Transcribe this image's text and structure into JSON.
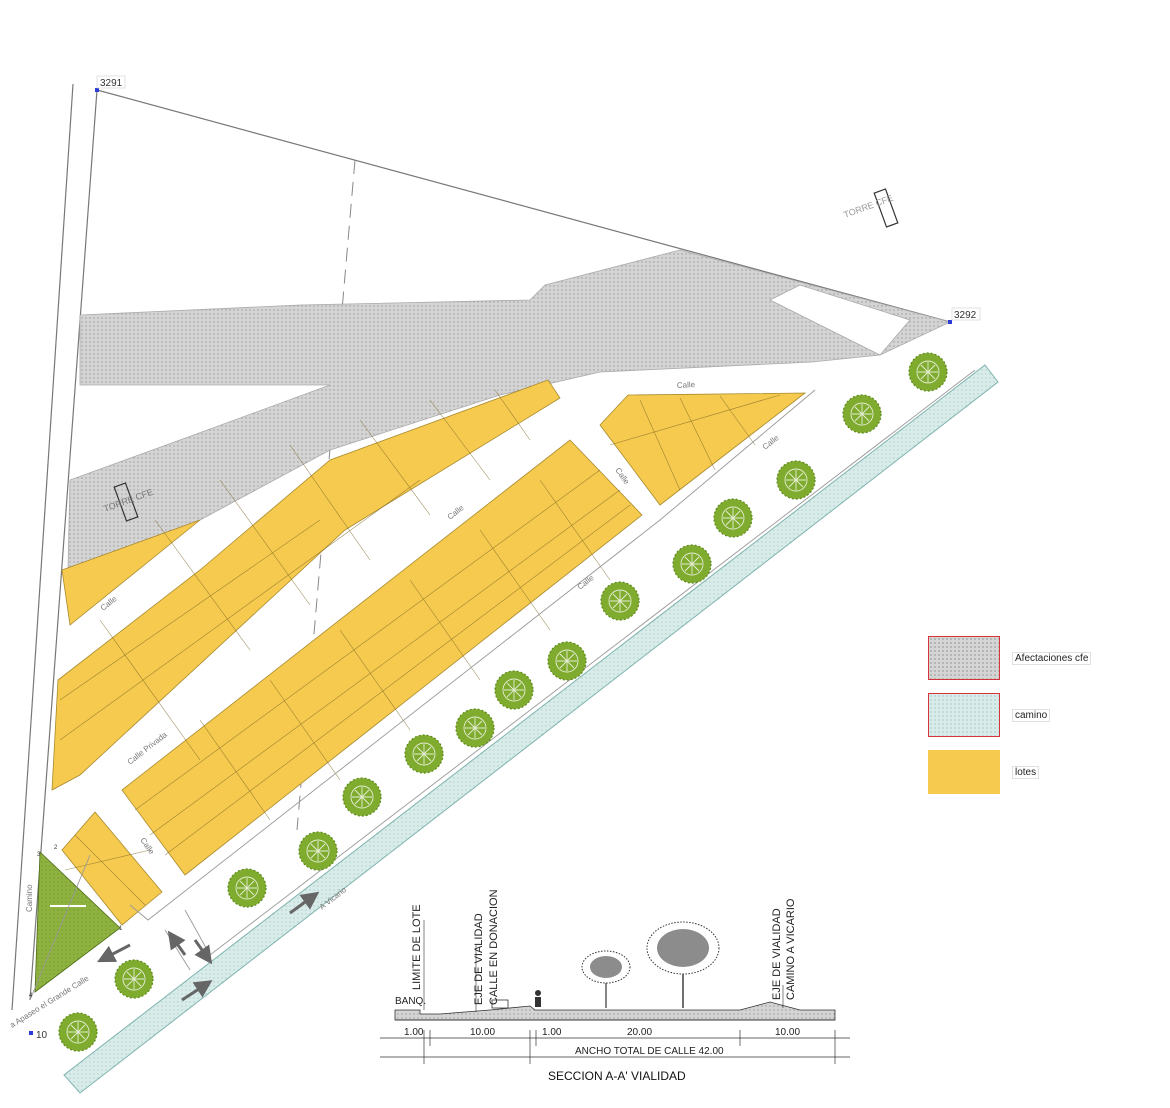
{
  "points": {
    "p3291": "3291",
    "p3292": "3292",
    "p10": "10",
    "c2": "2",
    "c3": "3",
    "c4": "4",
    "c1": "1"
  },
  "labels": {
    "torre_cfe_top": "TORRE CFE",
    "torre_cfe_left": "TORRE CFE",
    "calle_top": "Calle",
    "calle_right": "Calle",
    "calle_center": "Calle",
    "calle_center2": "Calle",
    "calle_left": "Calle",
    "calle_privada": "Calle Privada",
    "calle_bottom": "Calle",
    "camino": "Camino",
    "camino_apaseo": "a Apaseo el  Grande   Calle",
    "a_vicario": "A Vicario"
  },
  "section": {
    "title": "SECCION A-A' VIALIDAD",
    "limite_lote": "LIMITE DE LOTE",
    "eje_vialidad_left": "EJE DE VIALIDAD",
    "calle_donacion": "CALLE EN DONACION",
    "eje_vialidad_right": "EJE DE VIALIDAD",
    "camino_vicario": "CAMINO A VICARIO",
    "banq": "BANQ.",
    "dims": [
      "1.00",
      "10.00",
      "1.00",
      "20.00",
      "10.00"
    ],
    "total": "ANCHO TOTAL DE CALLE 42.00"
  },
  "legend": [
    {
      "key": "cfe",
      "label": "Afectaciones cfe",
      "color": "#d4d4d4"
    },
    {
      "key": "camino",
      "label": "camino",
      "color": "#d9ecea"
    },
    {
      "key": "lotes",
      "label": "lotes",
      "color": "#f5ca4f"
    }
  ],
  "colors": {
    "lotes": "#f5ca4f",
    "cfe": "#d4d4d4",
    "camino": "#d9ecea",
    "area_verde": "#8eb23f",
    "tree": "#7fab2e",
    "border": "#d6343b"
  }
}
